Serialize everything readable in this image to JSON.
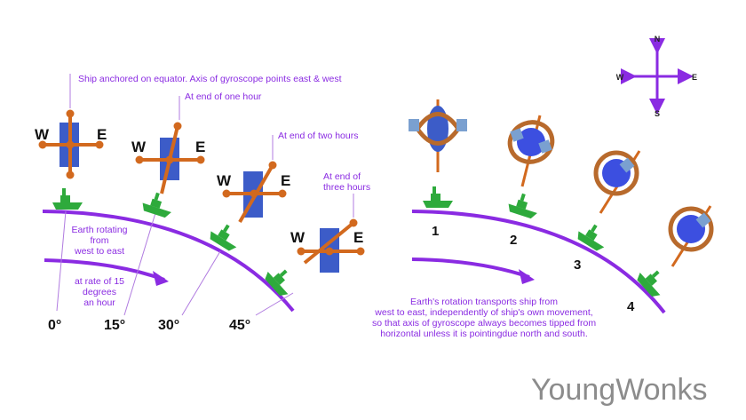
{
  "left_panel": {
    "annotations": {
      "equator": "Ship anchored on equator. Axis of gyroscope points east & west",
      "one_hour": "At end of one hour",
      "two_hours": "At end of two hours",
      "three_hours_line1": "At end of",
      "three_hours_line2": "three hours"
    },
    "earth_rotating": [
      "Earth rotating",
      "from",
      "west to east"
    ],
    "rate": [
      "at rate of 15",
      "degrees",
      "an hour"
    ],
    "degrees": [
      "0°",
      "15°",
      "30°",
      "45°"
    ],
    "west": "W",
    "east": "E"
  },
  "right_panel": {
    "step_numbers": [
      "1",
      "2",
      "3",
      "4"
    ],
    "caption": [
      "Earth's rotation transports ship from",
      "west to east, independently of ship's own movement,",
      "so that axis of gyroscope always becomes tipped from",
      "horizontal unless it is pointingdue north and south."
    ]
  },
  "compass": {
    "north": "N",
    "south": "S",
    "east": "E",
    "west": "W"
  },
  "brand": "YoungWonks",
  "colors": {
    "purple": "#8a2be2",
    "orange": "#d2691e",
    "blue": "#3c5cc8",
    "green": "#2eaa3c",
    "text": "#111111",
    "brand_gray": "#8c8c8c"
  }
}
